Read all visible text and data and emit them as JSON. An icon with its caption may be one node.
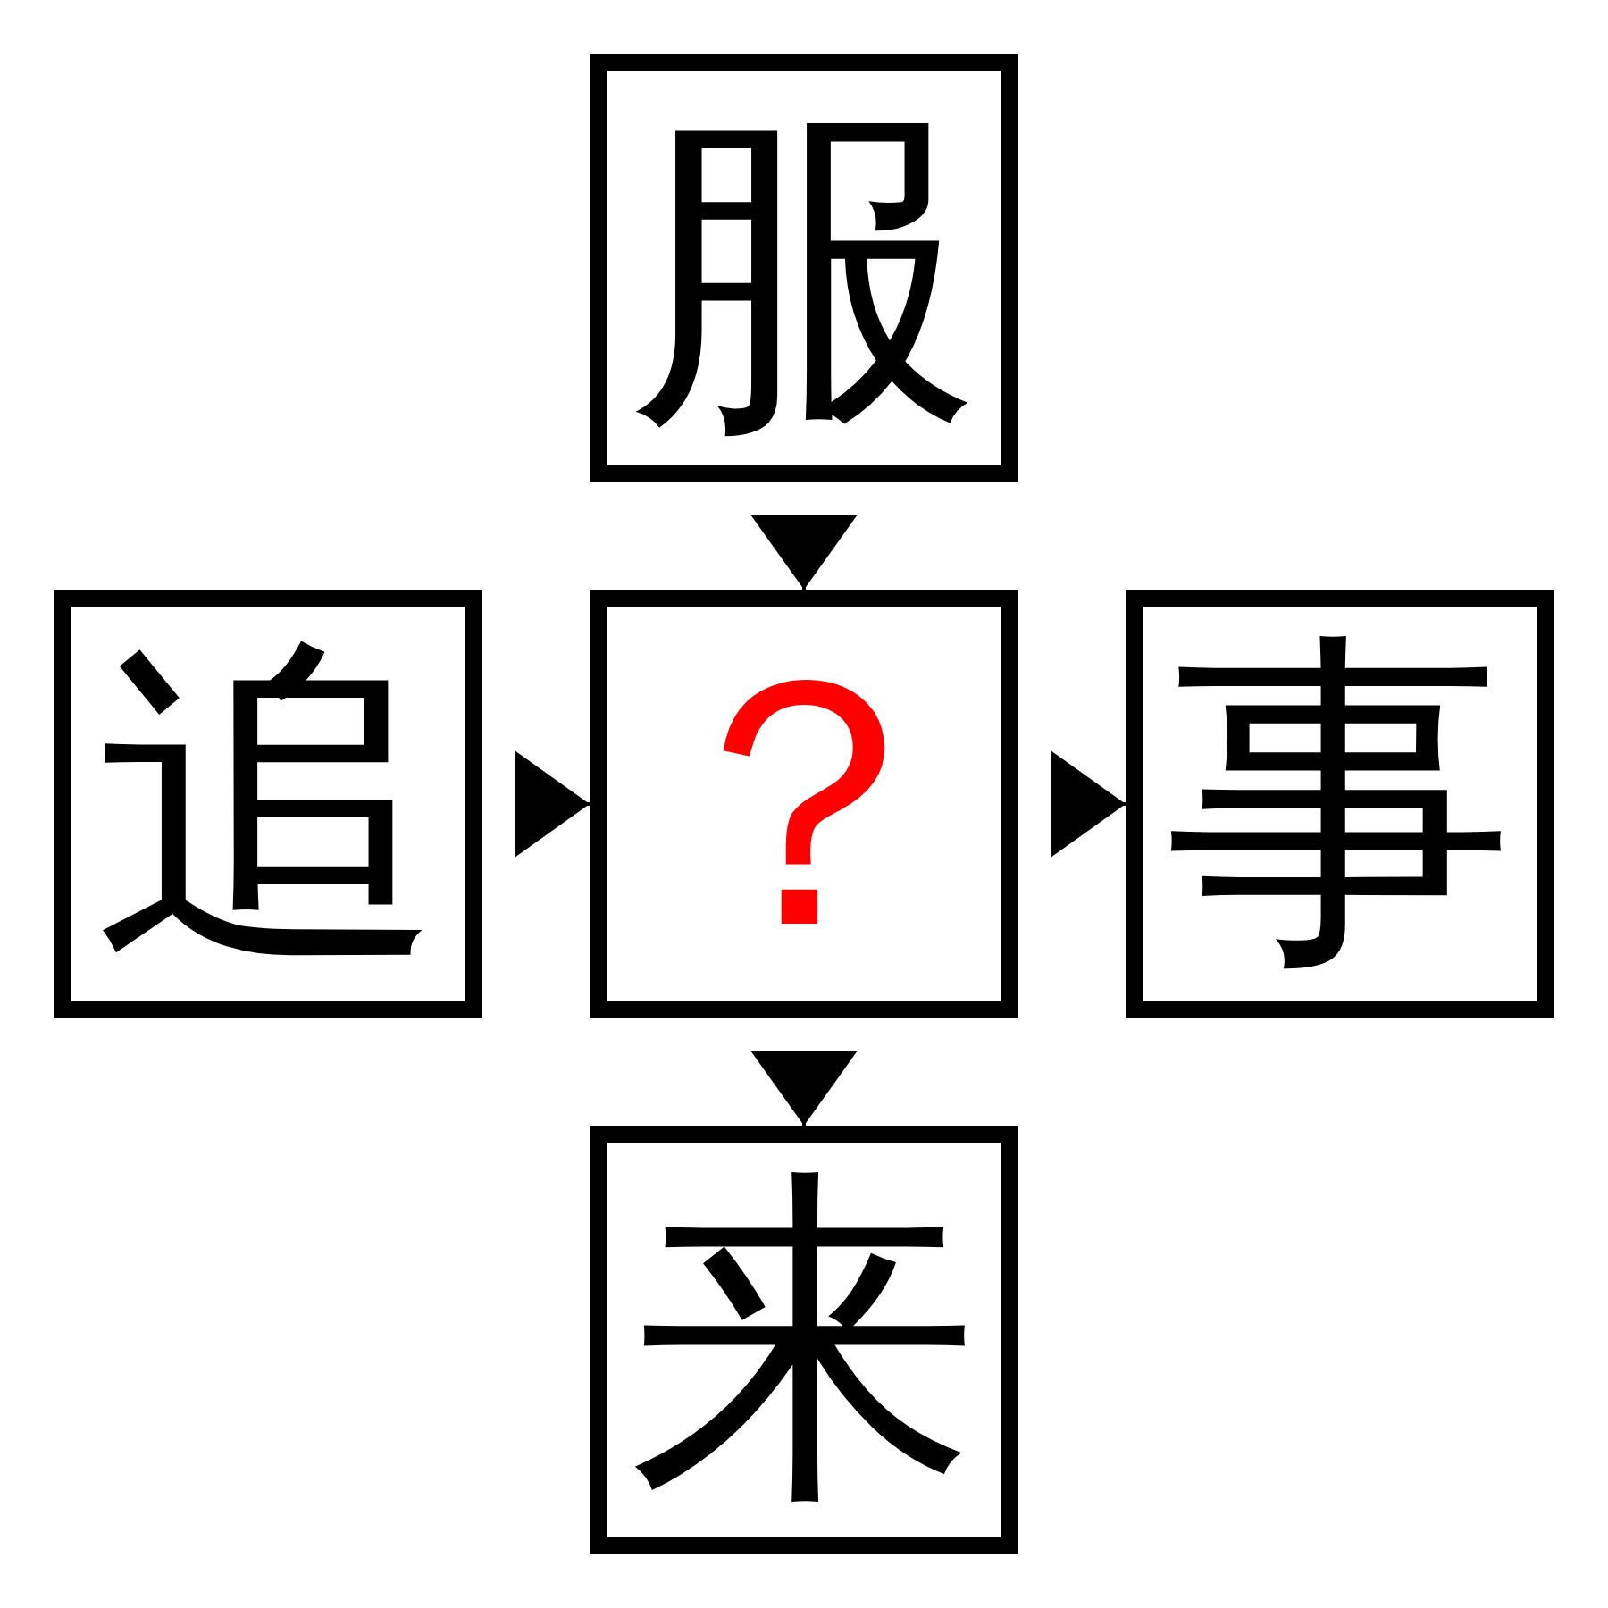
{
  "diagram": {
    "nodes": [
      {
        "text": [
          "服"
        ]
      },
      {
        "text": [
          "追"
        ]
      },
      {
        "text": [
          "？"
        ]
      },
      {
        "text": [
          "事"
        ]
      },
      {
        "text": [
          "来"
        ]
      }
    ],
    "edges": [
      {
        "from": 0,
        "to": 2,
        "arrow": "to"
      },
      {
        "from": 1,
        "to": 2,
        "arrow": "to"
      },
      {
        "from": 2,
        "to": 3,
        "arrow": "to"
      },
      {
        "from": 2,
        "to": 4,
        "arrow": "to"
      }
    ]
  }
}
